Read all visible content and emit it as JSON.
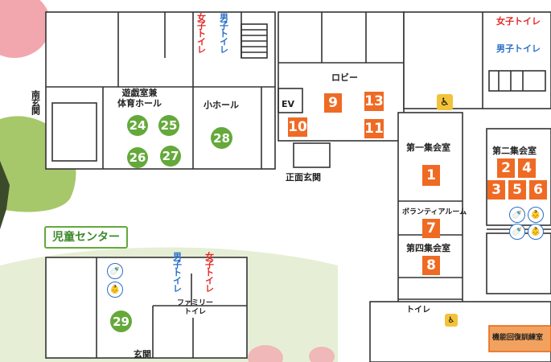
{
  "labels": {
    "lobby": "ロビー",
    "playroom": "遊戯室兼\n体育ホール",
    "small_hall": "小ホール",
    "ev": "EV",
    "main_entrance": "正面玄関",
    "south_entrance": "南玄関",
    "meeting1": "第一集会室",
    "meeting2": "第二集会室",
    "volunteer": "ボランティアルーム",
    "meeting4": "第四集会室",
    "toilet": "トイレ",
    "family_toilet": "ファミリー\nトイレ",
    "kids_entrance": "玄関",
    "rehab": "機能回復訓練室",
    "kids_center": "児童センター"
  },
  "toilets": {
    "female_top": "女子トイレ",
    "male_top": "男子トイレ",
    "female_right": "女子トイレ",
    "male_right": "男子トイレ",
    "male_kids": "男子トイレ",
    "female_kids": "女子トイレ"
  },
  "numbers_orange": [
    "1",
    "2",
    "3",
    "4",
    "5",
    "6",
    "7",
    "8",
    "9",
    "10",
    "11",
    "13"
  ],
  "numbers_green": [
    "24",
    "25",
    "26",
    "27",
    "28",
    "29"
  ],
  "colors": {
    "orange": "#ef6a23",
    "green": "#64a93a",
    "female": "#e22a26",
    "male": "#2a6fc7"
  },
  "icons": [
    "wheelchair-icon",
    "baby-bottle-icon",
    "diaper-change-icon"
  ]
}
